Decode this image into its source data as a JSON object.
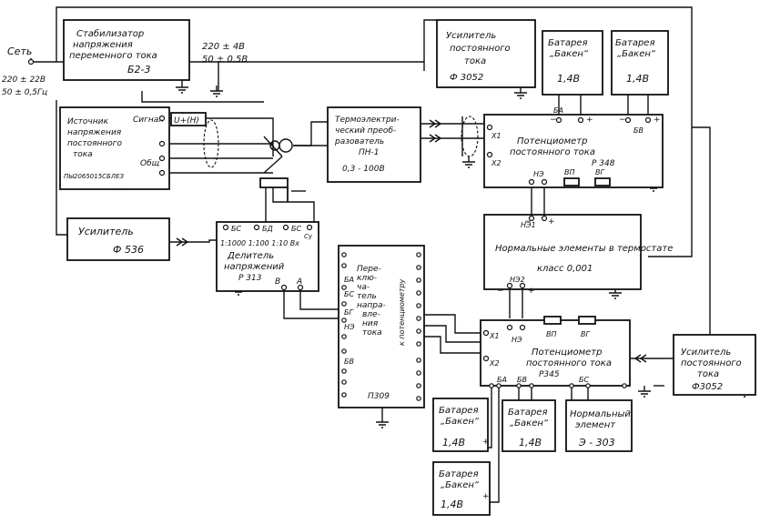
{
  "mains": {
    "label": "Сеть",
    "voltage": "220 ± 22В",
    "frequency": "50 ± 0,5Гц"
  },
  "mid_supply": {
    "voltage": "220 ± 4В",
    "frequency": "50 ± 0,5В"
  },
  "stabilizer": {
    "lines": [
      "Стабилизатор",
      "напряжения",
      "переменного тока"
    ],
    "model": "Б2-3"
  },
  "dc_source": {
    "lines": [
      "Источник",
      "напряжения",
      "постоянного",
      "тока"
    ],
    "signal": "Сигнал",
    "common": "Общ",
    "model": "ПЫ2065015СБЛЕЗ",
    "output": "U+(H)"
  },
  "amplifier_f536": {
    "label": "Усилитель",
    "model": "Ф 536"
  },
  "thermo": {
    "lines": [
      "Термоэлектри-",
      "ческий преоб-",
      "разователь",
      "ПН-1"
    ],
    "range": "0,3 - 100В"
  },
  "amp_top": {
    "lines": [
      "Усилитель",
      "постоянного",
      "тока"
    ],
    "model": "Ф 3052"
  },
  "battery1": {
    "lines": [
      "Батарея",
      "„Бакен“"
    ],
    "voltage": "1,4В"
  },
  "battery2": {
    "lines": [
      "Батарея",
      "„Бакен“"
    ],
    "voltage": "1,4В"
  },
  "pot348": {
    "lines": [
      "Потенциометр",
      "постоянного тока"
    ],
    "model": "Р 348",
    "terminals": [
      "БА",
      "БВ",
      "НЭ",
      "ВП",
      "ВГ"
    ],
    "inputs": [
      "X1",
      "X2"
    ]
  },
  "normal_cells": {
    "lines": [
      "Нормальные элементы в термостате",
      "класс 0,001"
    ],
    "top": "НЭ1",
    "bottom": "НЭ2"
  },
  "divider": {
    "terminals": [
      "БС",
      "БД",
      "БС",
      "Су"
    ],
    "ratios": "1:1000 1:100 1:10 Вх",
    "lines": [
      "Делитель",
      "напряжений"
    ],
    "model": "Р 313",
    "outputs": [
      "В",
      "А"
    ]
  },
  "switch": {
    "lines": [
      "Пере-",
      "клю-",
      "ча-",
      "тель",
      "напра-",
      "вле-",
      "ния",
      "тока"
    ],
    "model": "П309",
    "side": "к потенциометру",
    "terminals": [
      "БА",
      "БС",
      "БГ",
      "НЭ",
      "БВ"
    ]
  },
  "pot345": {
    "lines": [
      "Потенциометр",
      "постоянного тока"
    ],
    "model": "Р345",
    "terminals": [
      "НЭ",
      "ВП",
      "ВГ",
      "БА",
      "БВ",
      "БС"
    ],
    "inputs": [
      "X1",
      "X2"
    ]
  },
  "amp_right": {
    "lines": [
      "Усилитель",
      "постоянного",
      "тока"
    ],
    "model": "Ф3052"
  },
  "battery3": {
    "lines": [
      "Батарея",
      "„Бакен“"
    ],
    "voltage": "1,4В"
  },
  "battery4": {
    "lines": [
      "Батарея",
      "„Бакен“"
    ],
    "voltage": "1,4В"
  },
  "battery5": {
    "lines": [
      "Батарея",
      "„Бакен“"
    ],
    "voltage": "1,4В"
  },
  "normal_cell": {
    "lines": [
      "Нормальный",
      "элемент"
    ],
    "model": "Э - 303"
  }
}
